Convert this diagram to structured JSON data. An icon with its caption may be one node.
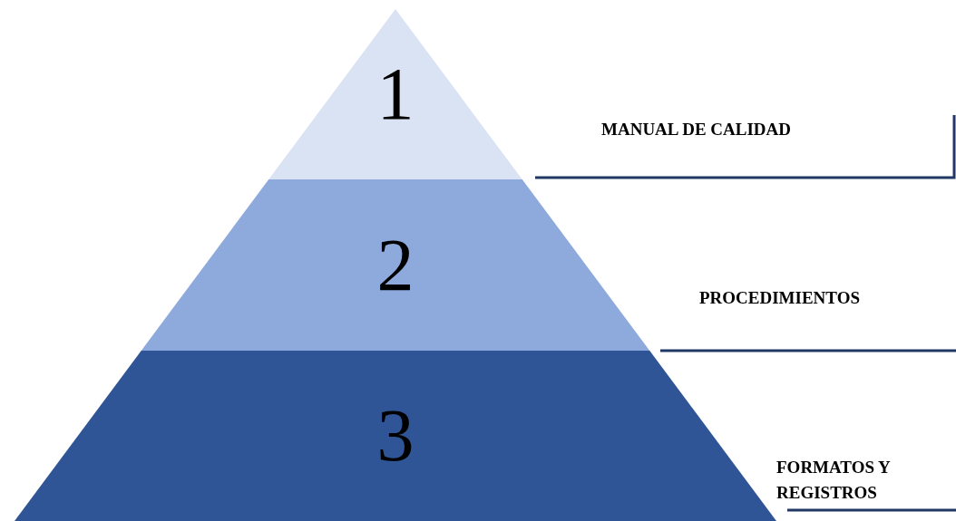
{
  "diagram": {
    "nodes": [
      {
        "text": [
          "1"
        ]
      },
      {
        "text": [
          "2"
        ]
      },
      {
        "text": [
          "3"
        ]
      }
    ],
    "labels": [
      "MANUAL DE CALIDAD",
      "PROCEDIMIENTOS",
      "FORMATOS Y REGISTROS"
    ]
  }
}
